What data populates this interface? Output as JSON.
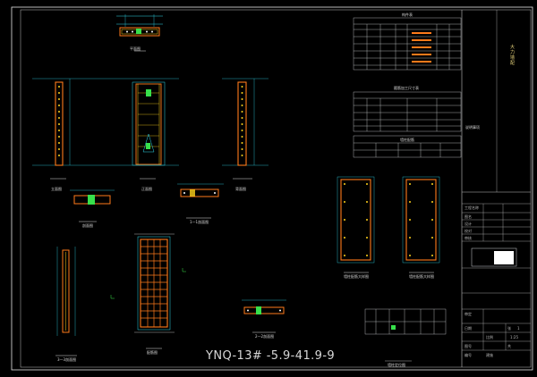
{
  "drawing": {
    "title_text": "YNQ-13# -5.9-41.9-9",
    "side_title": "大力墙配",
    "notes_label": "说明事项",
    "table1_title": "构件表",
    "table2_title": "箍筋加工尺寸表",
    "table3_title": "墙柱配筋",
    "views": [
      {
        "key": "top_plan",
        "text": "平面图"
      },
      {
        "key": "elev_left",
        "text": "立面图"
      },
      {
        "key": "elev_center",
        "text": "正面图"
      },
      {
        "key": "elev_right",
        "text": "背面图"
      },
      {
        "key": "sec_small",
        "text": "剖面图"
      },
      {
        "key": "sec_1_1",
        "text": "1—1剖面图"
      },
      {
        "key": "sec_2_2",
        "text": "2—2剖面图"
      },
      {
        "key": "sec_3_3",
        "text": "3—3剖面图"
      },
      {
        "key": "cage_plan",
        "text": "配筋图"
      },
      {
        "key": "rebar_a",
        "text": "墙柱配筋大样图"
      },
      {
        "key": "rebar_b",
        "text": "墙柱配筋大样图"
      },
      {
        "key": "key_plan",
        "text": "墙柱定位图"
      }
    ],
    "title_block": [
      "工程名称",
      "图名",
      "设计",
      "校对",
      "审核",
      "审定",
      "日期",
      "比例",
      "1:25",
      "图号",
      "建施",
      "张",
      "1",
      "共",
      "编号"
    ],
    "colors": {
      "bg": "#000000",
      "frame": "#e8e8e8",
      "cyan": "#2fd6e8",
      "orange": "#ff7a1a",
      "yellow": "#ffd21a",
      "green": "#37e04b",
      "white": "#ffffff"
    }
  }
}
